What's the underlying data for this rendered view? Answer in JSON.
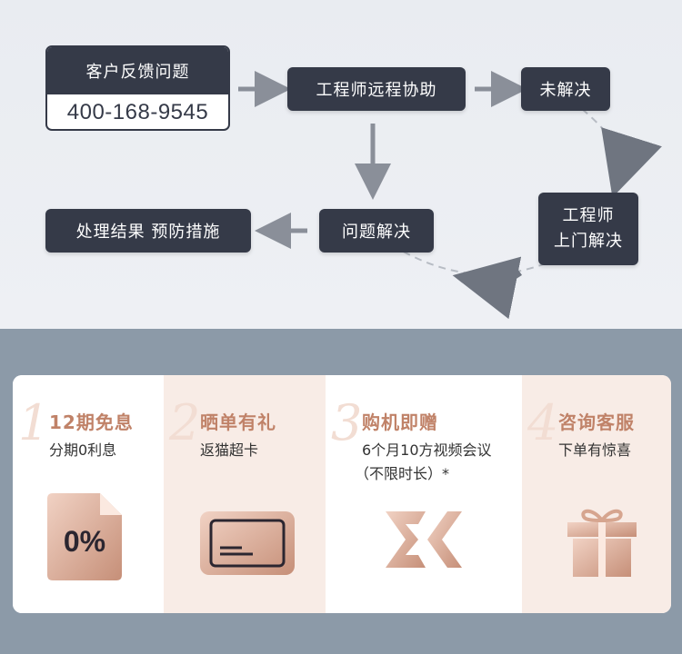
{
  "flow": {
    "hotline_title": "客户反馈问题",
    "hotline_phone": "400-168-9545",
    "remote": "工程师远程协助",
    "unresolved": "未解决",
    "onsite_line1": "工程师",
    "onsite_line2": "上门解决",
    "resolved": "问题解决",
    "result": "处理结果 预防措施"
  },
  "benefits": [
    {
      "num": "1",
      "title": "12期免息",
      "sub": [
        "分期0利息"
      ],
      "icon": "percent-badge-icon",
      "icon_text": "0%"
    },
    {
      "num": "2",
      "title": "晒单有礼",
      "sub": [
        "返猫超卡"
      ],
      "icon": "card-icon"
    },
    {
      "num": "3",
      "title": "购机即赠",
      "sub": [
        "6个月10方视频会议",
        "（不限时长）*"
      ],
      "icon": "brand-logo-icon"
    },
    {
      "num": "4",
      "title": "咨询客服",
      "sub": [
        "下单有惊喜"
      ],
      "icon": "gift-icon"
    }
  ],
  "colors": {
    "dark_box": "#353a48",
    "accent_copper": "#c08268",
    "panel_bg_alt": "#f8ece6",
    "outer_bg": "#8c9aa8"
  }
}
